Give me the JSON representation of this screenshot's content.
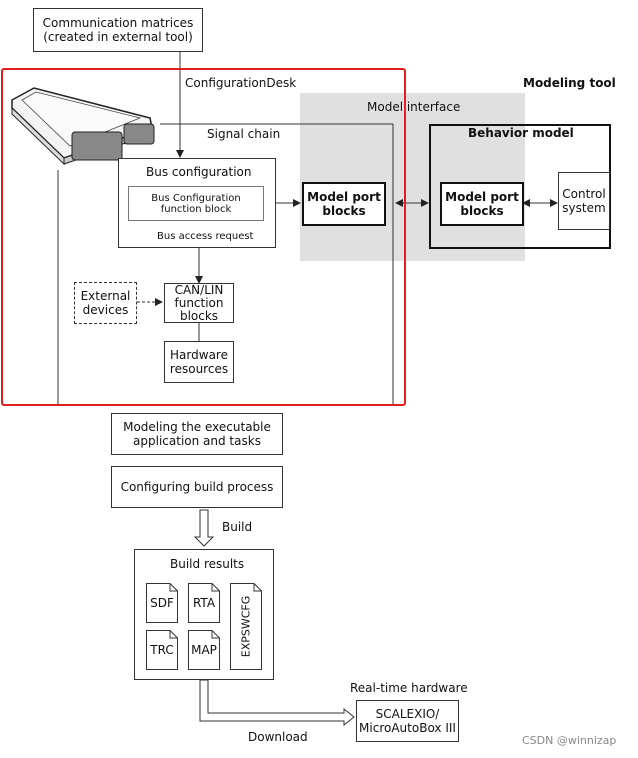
{
  "comm_matrices": {
    "line1": "Communication matrices",
    "line2": "(created in external tool)"
  },
  "configurationdesk_label": "ConfigurationDesk",
  "modeling_tool_label": "Modeling tool",
  "model_interface_label": "Model interface",
  "signal_chain_label": "Signal chain",
  "behavior_model_label": "Behavior model",
  "bus_config": {
    "title": "Bus configuration",
    "fb_line1": "Bus Configuration",
    "fb_line2": "function block",
    "access": "Bus access request"
  },
  "model_port_left": {
    "line1": "Model port",
    "line2": "blocks"
  },
  "model_port_right": {
    "line1": "Model port",
    "line2": "blocks"
  },
  "control_system": {
    "line1": "Control",
    "line2": "system"
  },
  "external_devices": {
    "line1": "External",
    "line2": "devices"
  },
  "canlin": {
    "line1": "CAN/LIN",
    "line2": "function",
    "line3": "blocks"
  },
  "hardware": {
    "line1": "Hardware",
    "line2": "resources"
  },
  "modeling_exec": {
    "line1": "Modeling the executable",
    "line2": "application and tasks"
  },
  "configuring_build": "Configuring build process",
  "build_label": "Build",
  "build_results": {
    "title": "Build results",
    "files": [
      "SDF",
      "RTA",
      "TRC",
      "MAP"
    ],
    "vertical_file": "EXPSWCFG"
  },
  "realtime_label": "Real-time hardware",
  "scalexio": {
    "line1": "SCALEXIO/",
    "line2": "MicroAutoBox III"
  },
  "download_label": "Download",
  "watermark": "CSDN @winnizap",
  "colors": {
    "highlight": "#e02020",
    "model_interface_bg": "#e0e0e0",
    "line": "#333333"
  }
}
